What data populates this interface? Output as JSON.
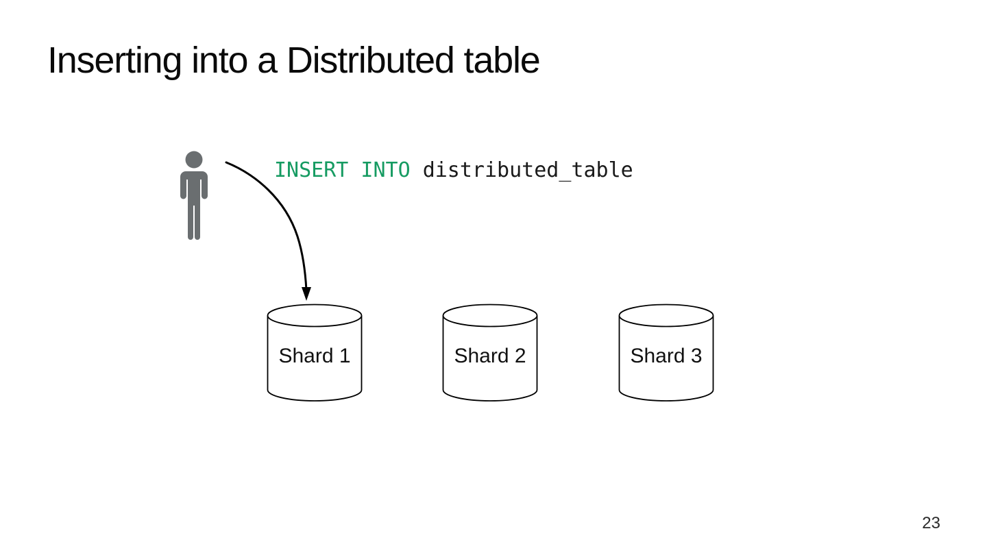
{
  "slide": {
    "title": "Inserting into a Distributed table",
    "page_number": "23",
    "background_color": "#ffffff"
  },
  "query": {
    "keyword": "INSERT INTO",
    "table": "distributed_table",
    "keyword_color": "#169b62",
    "table_color": "#1a1a1a"
  },
  "shards": [
    {
      "label": "Shard 1"
    },
    {
      "label": "Shard 2"
    },
    {
      "label": "Shard 3"
    }
  ],
  "icons": {
    "person_color": "#6a6e70",
    "arrow_color": "#000000",
    "cylinder_stroke_color": "#000000",
    "cylinder_fill_color": "#ffffff"
  }
}
